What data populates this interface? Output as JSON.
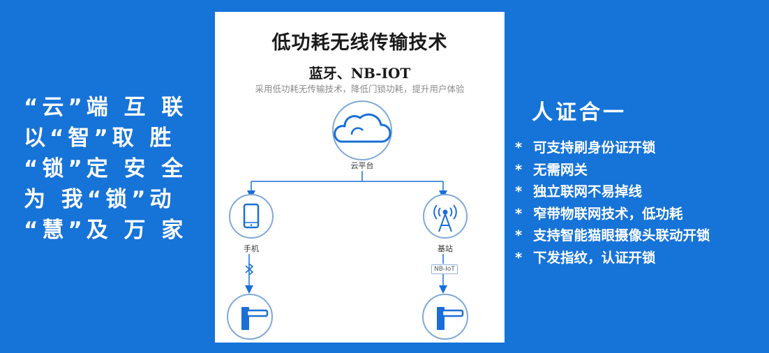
{
  "slogan": [
    "“云”端 互 联",
    "以“智”取 胜",
    "“锁”定 安 全",
    "为 我“锁”动",
    "“慧”及 万 家"
  ],
  "panel": {
    "title": "低功耗无线传输技术",
    "subtitle": "蓝牙、NB-IOT",
    "description": "采用低功耗无传输技术，降低门锁功耗，提升用户体验",
    "cloud_label": "云平台",
    "phone_label": "手机",
    "station_label": "基站",
    "nb_tag": "NB-IoT",
    "icons": [
      "cloud-icon",
      "phone-icon",
      "bluetooth-icon",
      "antenna-icon",
      "door-lock-icon"
    ]
  },
  "features": {
    "title": "人证合一",
    "bullet": "*",
    "items": [
      "可支持刷身份证开锁",
      "无需网关",
      "独立联网不易掉线",
      "窄带物联网技术，低功耗",
      "支持智能猫眼摄像头联动开锁",
      "下发指纹，认证开锁"
    ]
  },
  "colors": {
    "background": "#1673d8",
    "panel": "#ffffff",
    "icon_blue": "#1a6fd6",
    "circle_border": "#7fa9d8"
  }
}
